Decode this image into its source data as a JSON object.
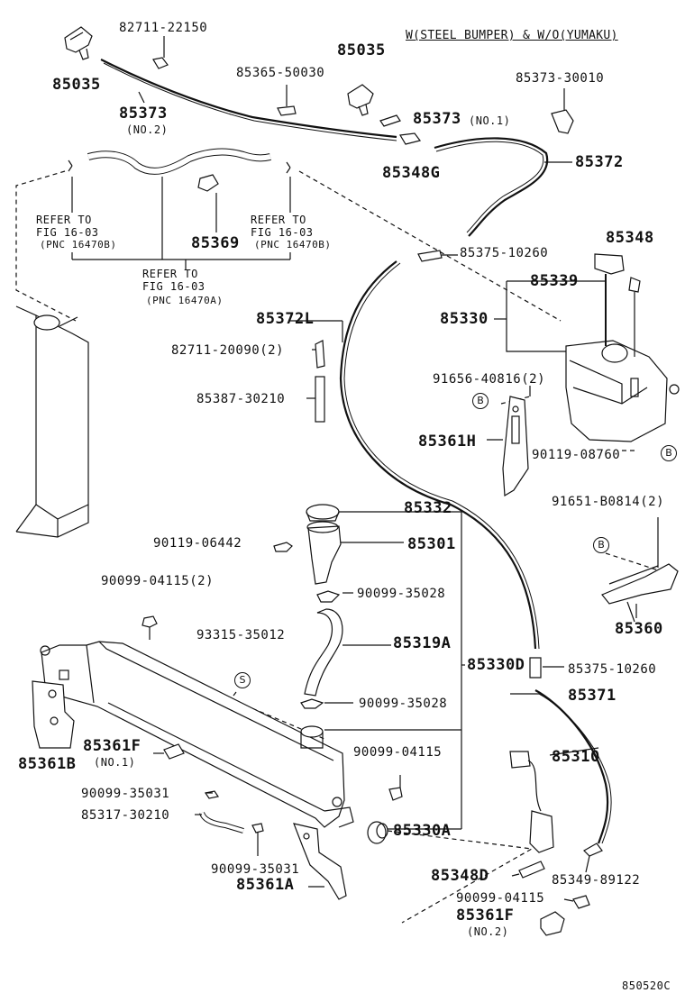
{
  "header": {
    "condition": "W(STEEL BUMPER) & W/O(YUMAKU)"
  },
  "footer": {
    "diagram_code": "850520C"
  },
  "refer_notes": [
    {
      "line1": "REFER TO",
      "line2": "FIG 16-03",
      "line3": "(PNC 16470B)"
    },
    {
      "line1": "REFER TO",
      "line2": "FIG 16-03",
      "line3": "(PNC 16470B)"
    },
    {
      "line1": "REFER TO",
      "line2": "FIG 16-03",
      "line3": "(PNC 16470A)"
    }
  ],
  "callouts": {
    "b1": "B",
    "b2": "B",
    "b3": "B",
    "s1": "S"
  },
  "parts": {
    "p82711_22150": "82711-22150",
    "p85035_left": "85035",
    "p85373_no2": "85373",
    "p85373_no2_note": "(NO.2)",
    "p85035_center": "85035",
    "p85365_50030": "85365-50030",
    "p85373_no1": "85373",
    "p85373_no1_note": "(NO.1)",
    "p85373_30010": "85373-30010",
    "p85348G": "85348G",
    "p85372": "85372",
    "p85369": "85369",
    "p85375_10260_top": "85375-10260",
    "p85348": "85348",
    "p85339": "85339",
    "p85330": "85330",
    "p85372L": "85372L",
    "p82711_20090": "82711-20090(2)",
    "p91656_40816": "91656-40816(2)",
    "p85387_30210": "85387-30210",
    "p85361H": "85361H",
    "p90119_08760": "90119-08760",
    "p85332": "85332",
    "p91651_B0814": "91651-B0814(2)",
    "p90119_06442": "90119-06442",
    "p85301": "85301",
    "p90099_04115_2": "90099-04115(2)",
    "p90099_35028_a": "90099-35028",
    "p85360": "85360",
    "p93315_35012": "93315-35012",
    "p85319A": "85319A",
    "p85330D": "85330D",
    "p85375_10260_bot": "85375-10260",
    "p90099_35028_b": "90099-35028",
    "p85371": "85371",
    "p85361F_no1": "85361F",
    "p85361F_no1_note": "(NO.1)",
    "p85361B": "85361B",
    "p90099_04115_a": "90099-04115",
    "p85310": "85310",
    "p90099_35031_a": "90099-35031",
    "p85317_30210": "85317-30210",
    "p85330A": "85330A",
    "p90099_35031_b": "90099-35031",
    "p85361A": "85361A",
    "p85348D": "85348D",
    "p85349_89122": "85349-89122",
    "p90099_04115_b": "90099-04115",
    "p85361F_no2": "85361F",
    "p85361F_no2_note": "(NO.2)"
  }
}
